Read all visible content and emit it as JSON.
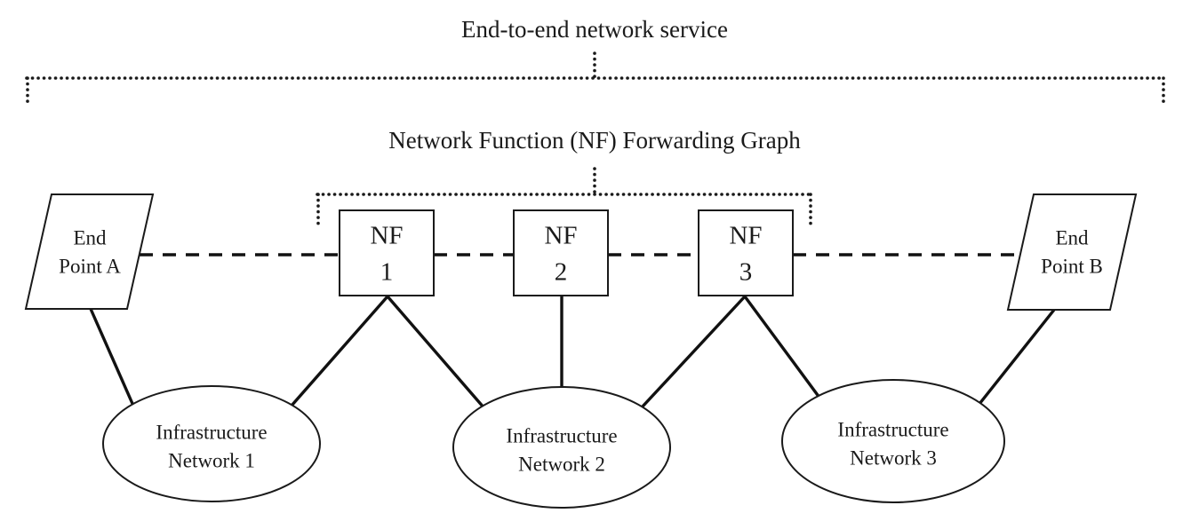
{
  "diagram": {
    "title_top": "End-to-end network service",
    "title_inner": "Network Function (NF) Forwarding Graph",
    "endpoints": [
      {
        "id": "end-point-a",
        "line1": "End",
        "line2": "Point A"
      },
      {
        "id": "end-point-b",
        "line1": "End",
        "line2": "Point B"
      }
    ],
    "network_functions": [
      {
        "id": "nf-1",
        "line1": "NF",
        "line2": "1"
      },
      {
        "id": "nf-2",
        "line1": "NF",
        "line2": "2"
      },
      {
        "id": "nf-3",
        "line1": "NF",
        "line2": "3"
      }
    ],
    "infrastructure_networks": [
      {
        "id": "infrastructure-network-1",
        "line1": "Infrastructure",
        "line2": "Network 1"
      },
      {
        "id": "infrastructure-network-2",
        "line1": "Infrastructure",
        "line2": "Network 2"
      },
      {
        "id": "infrastructure-network-3",
        "line1": "Infrastructure",
        "line2": "Network 3"
      }
    ],
    "colors": {
      "stroke": "#1a1a1a",
      "background": "#ffffff",
      "text": "#1a1a1a"
    }
  }
}
